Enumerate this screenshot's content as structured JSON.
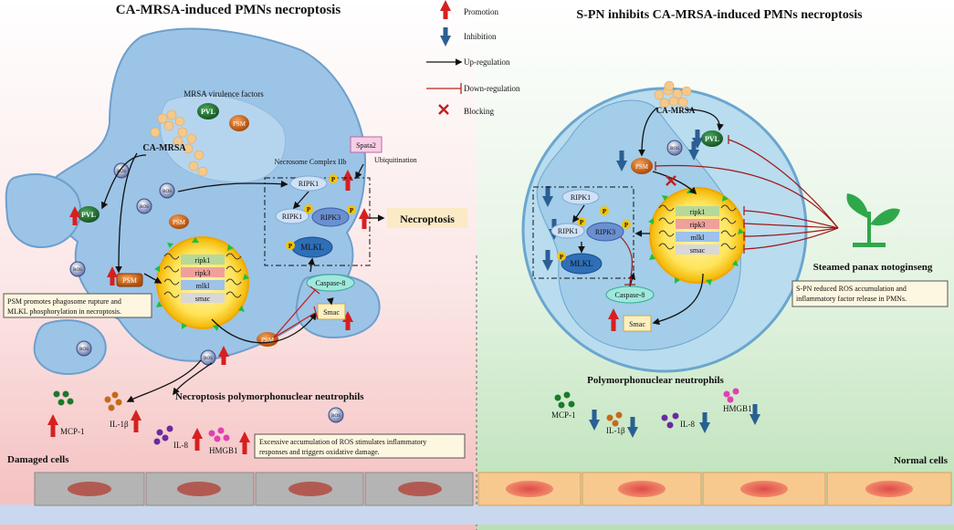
{
  "left": {
    "title": "CA-MRSA-induced PMNs necroptosis",
    "virulence_label": "MRSA virulence factors",
    "pvl": "PVL",
    "psm": "PSM",
    "camrsa": "CA-MRSA",
    "ros": "ROS",
    "spata2": "Spata2",
    "ubiquitination": "Ubiquitination",
    "necrosome": "Necrosome Complex IIb",
    "ripk1": "RIPK1",
    "ripk3": "RIPK3",
    "mlkl": "MLKL",
    "p": "P",
    "necroptosis": "Necroptosis",
    "caspase8": "Caspase-8",
    "smac": "Smac",
    "genes": [
      "ripk1",
      "ripk3",
      "mlkl",
      "smac"
    ],
    "psm_note": [
      "PSM promotes phagosome rupture and",
      "MLKL phosphorylation in necroptosis."
    ],
    "cell_label": "Necroptosis polymorphonuclear neutrophils",
    "mcp1": "MCP-1",
    "il1b": "IL-1β",
    "il8": "IL-8",
    "hmgb1": "HMGB1",
    "ros_note": [
      "Excessive accumulation of ROS stimulates inflammatory",
      "responses and triggers oxidative damage."
    ],
    "tissue": "Damaged cells"
  },
  "legend": {
    "promotion": "Promotion",
    "inhibition": "Inhibition",
    "upregulation": "Up-regulation",
    "downregulation": "Down-regulation",
    "blocking": "Blocking"
  },
  "right": {
    "title": "S-PN inhibits CA-MRSA-induced PMNs necroptosis",
    "camrsa": "CA-MRSA",
    "pvl": "PVL",
    "psm": "PSM",
    "ros": "ROS",
    "ripk1": "RIPK1",
    "ripk3": "RIPK3",
    "mlkl": "MLKL",
    "p": "P",
    "caspase8": "Caspase-8",
    "smac": "Smac",
    "genes": [
      "ripk1",
      "ripk3",
      "mlkl",
      "smac"
    ],
    "plant": "Steamed panax notoginseng",
    "spn_note": [
      "S-PN reduced ROS accumulation and",
      "inflammatory factor release in PMNs."
    ],
    "cell_label": "Polymorphonuclear neutrophils",
    "mcp1": "MCP-1",
    "il1b": "IL-1β",
    "il8": "IL-8",
    "hmgb1": "HMGB1",
    "tissue": "Normal cells"
  },
  "colors": {
    "promotion": "#d62020",
    "inhibition": "#2a5f93",
    "membrane": "#9cc4e6",
    "left_bg": "#f6c9c9",
    "right_bg": "#c4e5c1",
    "gene_ripk1": "#b6d99a",
    "gene_ripk3": "#f0a09a",
    "gene_mlkl": "#9ec2ea",
    "gene_smac": "#d8d8d8"
  }
}
